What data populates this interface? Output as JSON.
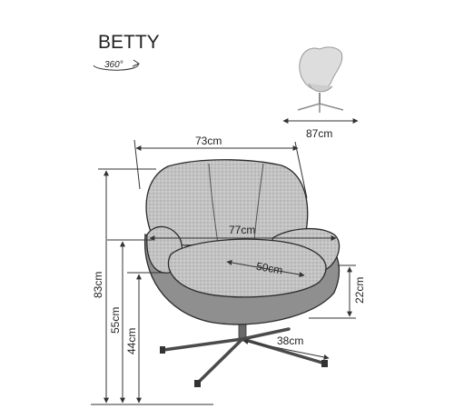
{
  "product": {
    "name": "BETTY",
    "rotation_label": "360°",
    "rotation_icon": "rotate-360-icon"
  },
  "dimensions": {
    "thumb_width": "87cm",
    "top_width": "73cm",
    "diagonal_width": "77cm",
    "seat_depth": "50cm",
    "total_height": "83cm",
    "seat_height": "55cm",
    "seat_base_height": "44cm",
    "seat_side_height": "22cm",
    "base_radius": "38cm"
  },
  "colors": {
    "fabric": "#bdbdbd",
    "shell": "#8f8f8f",
    "base": "#4b4b4b",
    "line": "#333333"
  }
}
